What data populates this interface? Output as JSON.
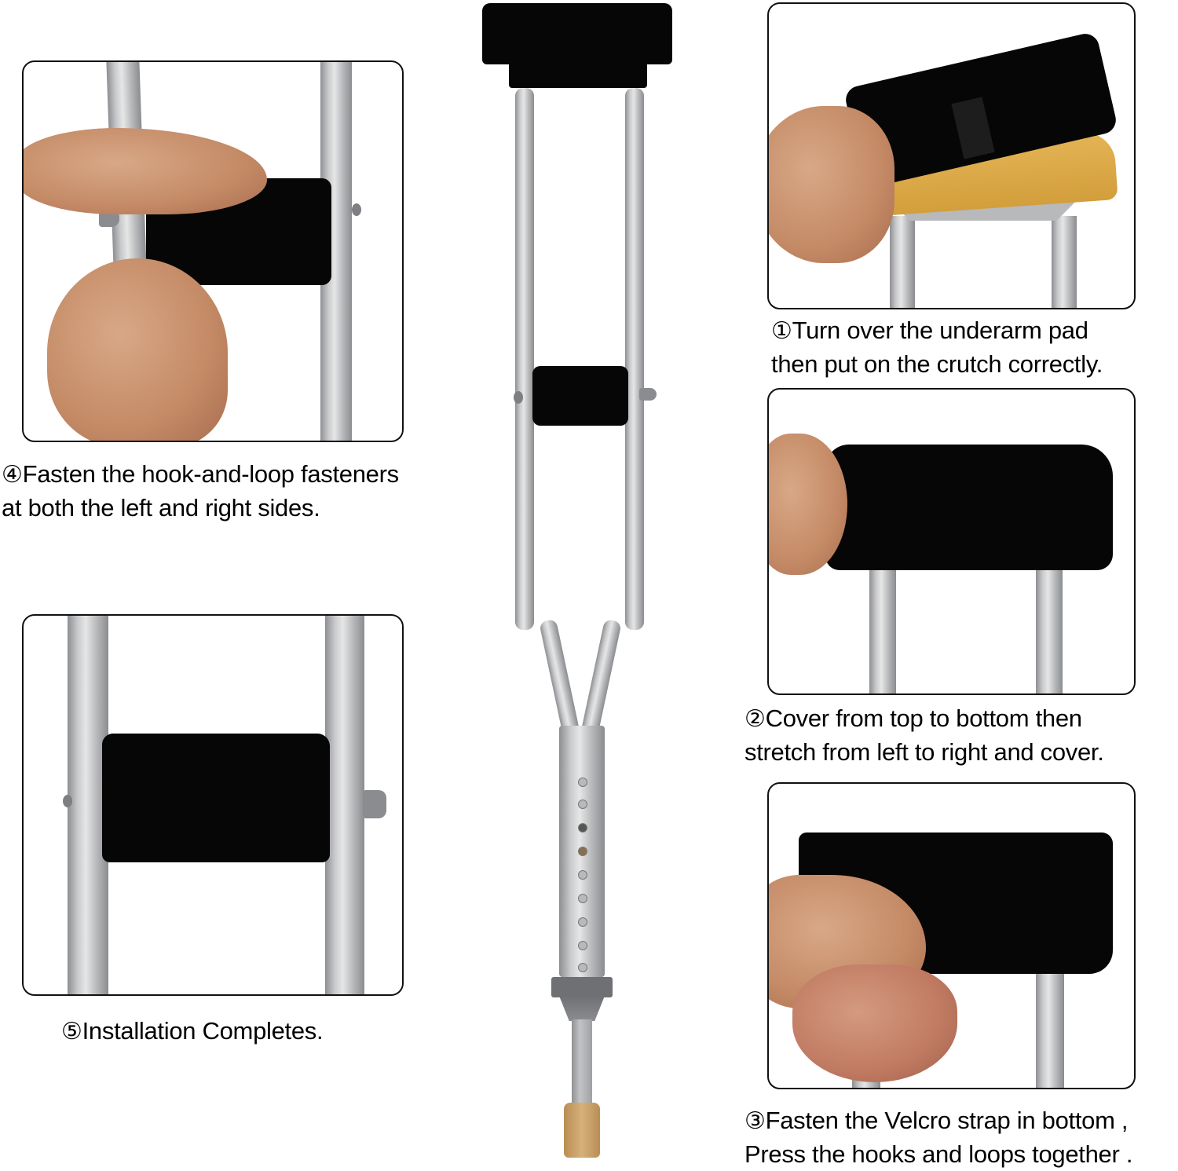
{
  "steps": [
    {
      "number": "①",
      "line1": "Turn over the underarm pad",
      "line2": "then put on the crutch correctly.",
      "image": "hand-turning-black-pad-over-tan-underarm-pad"
    },
    {
      "number": "②",
      "line1": "Cover from top to bottom then",
      "line2": "stretch from left to right and cover.",
      "image": "hand-stretching-black-cover-over-underarm-pad"
    },
    {
      "number": "③",
      "line1": "Fasten the Velcro strap in bottom ,",
      "line2": "Press the hooks and loops together .",
      "image": "hands-fastening-strap-under-underarm-pad"
    },
    {
      "number": "④",
      "line1": "Fasten the hook-and-loop fasteners",
      "line2": "at both the left and right sides.",
      "image": "hands-wrapping-hand-grip-cover"
    },
    {
      "number": "⑤",
      "line1": "Installation Completes.",
      "line2": "",
      "image": "finished-hand-grip-cover-on-crutch"
    }
  ],
  "center_image": "full-crutch-with-black-underarm-and-grip-covers",
  "colors": {
    "border": "#111111",
    "pad": "#060606",
    "aluminum": "#c9cacc",
    "tan_pad": "#d8a447",
    "rubber_tip": "#c9a36b",
    "collar": "#6e7073"
  }
}
